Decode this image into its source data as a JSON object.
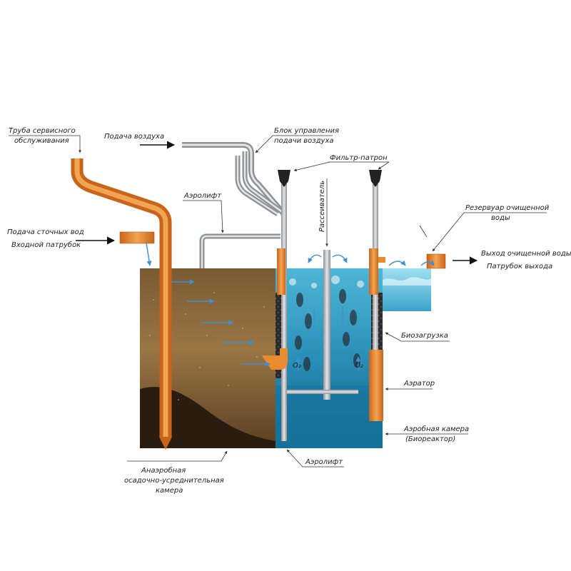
{
  "labels": {
    "service_pipe": [
      "Труба сервисного",
      "обслуживания"
    ],
    "air_supply": "Подача воздуха",
    "air_control_unit": [
      "Блок управления",
      "подачи воздуха"
    ],
    "filter_cartridge": "Фильтр-патрон",
    "airlift_top": "Аэролифт",
    "diffuser": "Рассеиватель",
    "clean_water_tank": [
      "Резервуар очищенной",
      "воды"
    ],
    "sewage_inlet": [
      "Подача сточных вод",
      "Входной патрубок"
    ],
    "outlet": [
      "Выход очищенной воды",
      "Патрубок выхода"
    ],
    "bioload": "Биозагрузка",
    "aerator": "Аэратор",
    "aerobic_chamber": [
      "Аэробная камера",
      "(Биореактор)"
    ],
    "anaerobic_chamber": [
      "Анаэробная",
      "осадочно-усреднительная",
      "камера"
    ],
    "airlift_bottom": "Аэролифт",
    "o2_left": "O₂",
    "o2_right": "O₂"
  },
  "colors": {
    "pipe_orange": "#e88a2e",
    "pipe_grey": "#a9adb1",
    "anaerobic_fill": "#6b4f2c",
    "aerobic_fill": "#1f8bb0",
    "flow_arrow": "#3d8fd6"
  }
}
